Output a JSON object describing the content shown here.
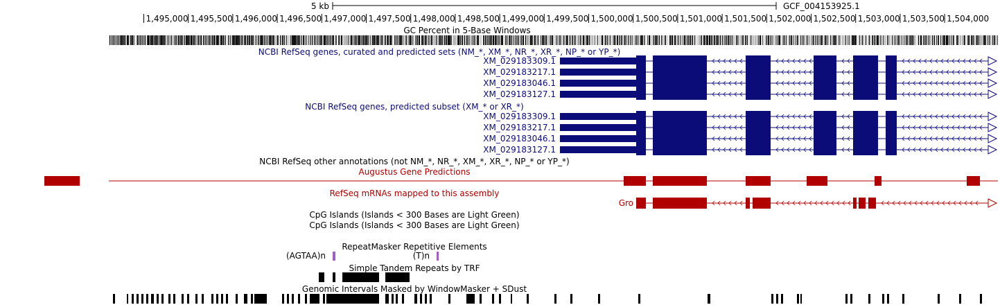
{
  "scale_bar": {
    "label": "5 kb",
    "assembly": "GCF_004153925.1"
  },
  "ruler": {
    "ticks": [
      "1,495,000",
      "1,495,500",
      "1,496,000",
      "1,496,500",
      "1,497,000",
      "1,497,500",
      "1,498,000",
      "1,498,500",
      "1,499,000",
      "1,499,500",
      "1,500,000",
      "1,500,500",
      "1,501,000",
      "1,501,500",
      "1,502,000",
      "1,502,500",
      "1,503,000",
      "1,503,500",
      "1,504,000"
    ]
  },
  "colors": {
    "navy": "#0c0c78",
    "red": "#b00000",
    "purple": "#a060c0",
    "black": "#000000"
  },
  "tracks": {
    "gc": {
      "title": "GC Percent in 5-Base Windows"
    },
    "refseq_all": {
      "title": "NCBI RefSeq genes, curated and predicted sets (NM_*, XM_*, NR_*, XR_*, NP_* or YP_*)",
      "items": [
        "XM_029183309.1",
        "XM_029183217.1",
        "XM_029183046.1",
        "XM_029183127.1"
      ]
    },
    "refseq_predicted": {
      "title": "NCBI RefSeq genes, predicted subset (XM_* or XR_*)",
      "items": [
        "XM_029183309.1",
        "XM_029183217.1",
        "XM_029183046.1",
        "XM_029183127.1"
      ]
    },
    "refseq_other": {
      "title": "NCBI RefSeq other annotations (not NM_*, NR_*, XM_*, XR_*, NP_* or YP_*)"
    },
    "augustus": {
      "title": "Augustus Gene Predictions"
    },
    "refseq_mrna": {
      "title": "RefSeq mRNAs mapped to this assembly",
      "item": "Gro"
    },
    "cpg1": {
      "title": "CpG Islands (Islands < 300 Bases are Light Green)"
    },
    "cpg2": {
      "title": "CpG Islands (Islands < 300 Bases are Light Green)"
    },
    "repeatmasker": {
      "title": "RepeatMasker Repetitive Elements",
      "items": [
        "(AGTAA)n",
        "(T)n"
      ]
    },
    "trf": {
      "title": "Simple Tandem Repeats by TRF"
    },
    "windowmasker": {
      "title": "Genomic Intervals Masked by WindowMasker + SDust"
    }
  }
}
